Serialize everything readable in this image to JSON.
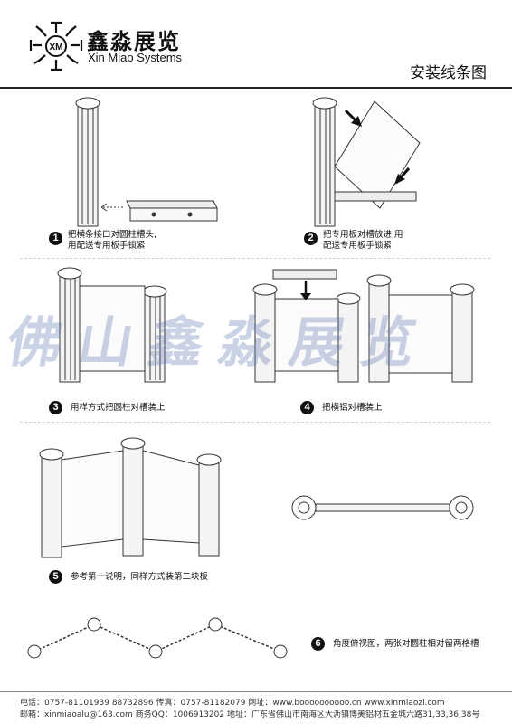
{
  "header": {
    "company_cn": "鑫淼展览",
    "company_en": "Xin Miao Systems",
    "logo_mark": "XM",
    "doc_title": "安装线条图"
  },
  "steps": [
    {
      "num": "1",
      "line1": "把横条接口对圆柱槽头,",
      "line2": "用配送专用板手锁紧"
    },
    {
      "num": "2",
      "line1": "把专用板对槽放进,用",
      "line2": "配送专用板手锁紧"
    },
    {
      "num": "3",
      "line1": "用样方式把圆柱对槽装上",
      "line2": ""
    },
    {
      "num": "4",
      "line1": "把横铝对槽装上",
      "line2": ""
    },
    {
      "num": "5",
      "line1": "参考第一说明，同样方式装第二块板",
      "line2": ""
    },
    {
      "num": "6",
      "line1": "角度俯视图，两张对圆柱相对留两格槽",
      "line2": ""
    }
  ],
  "watermark": {
    "text": "佛山鑫淼展览"
  },
  "footer": {
    "line1": "电话：0757-81101939   88732896   传真：0757-81182079   网址：www.boooooooooo.cn    www.xinmiaozl.com",
    "line2": "邮箱：xinmiaoalu@163.com          商务QQ：1006913202   地址：广东省佛山市南海区大沥镇博美铝材五金城六路31,33,36,38号"
  }
}
